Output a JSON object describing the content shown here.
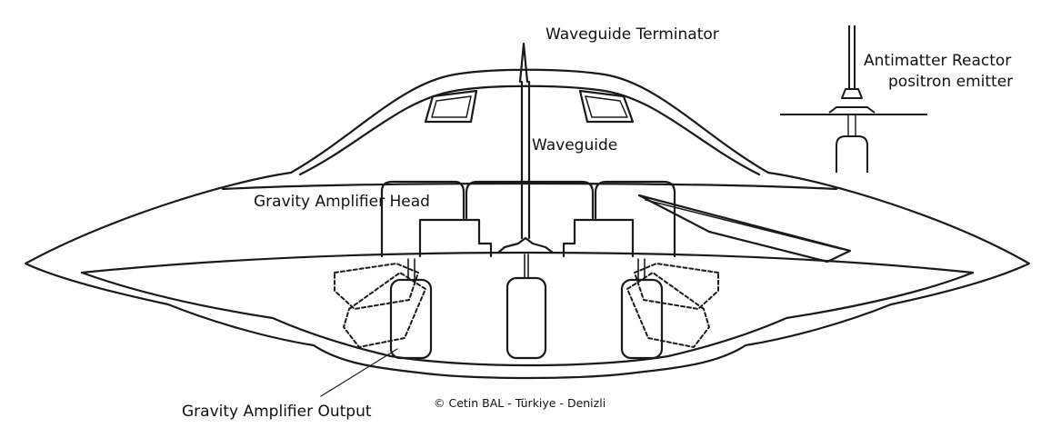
{
  "labels": {
    "waveguide_terminator": "Waveguide Terminator",
    "antimatter_reactor_line1": "Antimatter Reactor",
    "antimatter_reactor_line2": "positron emitter",
    "waveguide": "Waveguide",
    "gravity_amplifier_head": "Gravity Amplifier Head",
    "gravity_amplifier_output": "Gravity Amplifier Output"
  },
  "copyright": "©  Cetin BAL - Türkiye - Denizli",
  "colors": {
    "line": "#1a1a1a",
    "background": "#ffffff",
    "text": "#111111"
  }
}
